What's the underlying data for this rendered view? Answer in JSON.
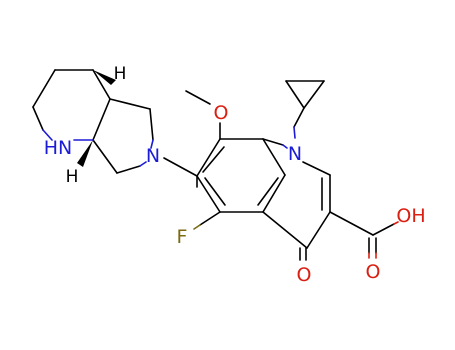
{
  "colors": {
    "carbon_bond": "#000000",
    "nitrogen": "#1c1cd6",
    "oxygen": "#d91f12",
    "fluorine": "#7a6a10",
    "hydrogen": "#000000",
    "background": "#ffffff"
  },
  "atoms": {
    "ring_nh": "HN",
    "pyrrolidine_n": "N",
    "quinolone_n": "N",
    "methoxy_o": "O",
    "fluorine": "F",
    "ketone_o": "O",
    "hydroxyl": "OH",
    "acid_carbonyl_o": "O",
    "stereo_h_top": "H",
    "stereo_h_bottom": "H"
  }
}
